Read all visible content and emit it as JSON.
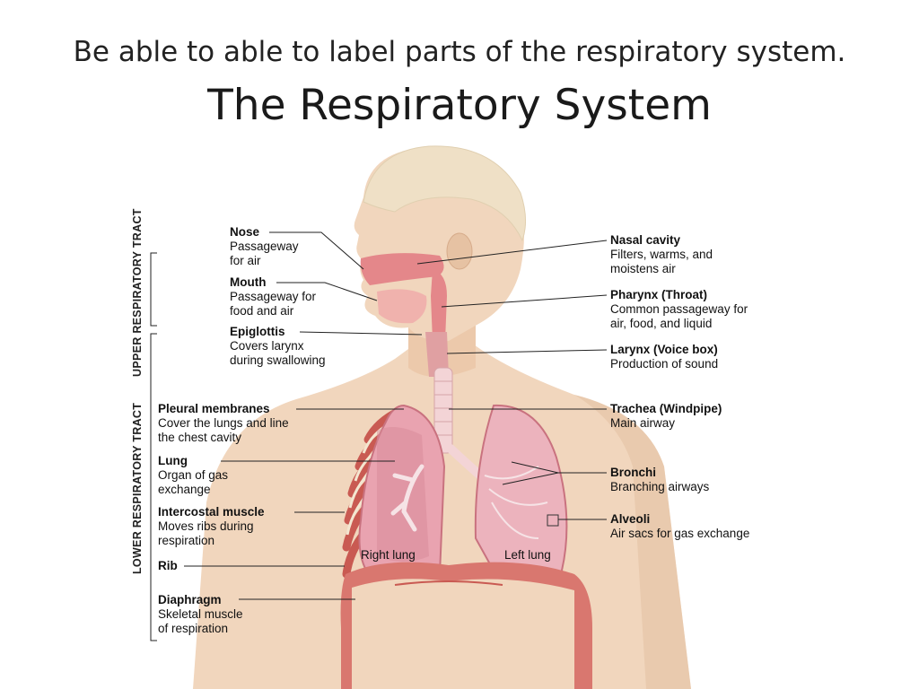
{
  "slide": {
    "subtitle": "Be able to able to label parts of the respiratory system.",
    "title": "The Respiratory System"
  },
  "side_labels": {
    "upper": "UPPER RESPIRATORY TRACT",
    "lower": "LOWER RESPIRATORY TRACT"
  },
  "lung_labels": {
    "right": "Right lung",
    "left": "Left lung"
  },
  "labels_left": [
    {
      "name": "Nose",
      "desc": [
        "Passageway",
        "for air"
      ]
    },
    {
      "name": "Mouth",
      "desc": [
        "Passageway for",
        "food and air"
      ]
    },
    {
      "name": "Epiglottis",
      "desc": [
        "Covers larynx",
        "during swallowing"
      ]
    },
    {
      "name": "Pleural membranes",
      "desc": [
        "Cover the lungs and line",
        "the chest cavity"
      ]
    },
    {
      "name": "Lung",
      "desc": [
        "Organ of gas",
        "exchange"
      ]
    },
    {
      "name": "Intercostal muscle",
      "desc": [
        "Moves ribs during",
        "respiration"
      ]
    },
    {
      "name": "Rib",
      "desc": []
    },
    {
      "name": "Diaphragm",
      "desc": [
        "Skeletal muscle",
        "of respiration"
      ]
    }
  ],
  "labels_right": [
    {
      "name": "Nasal cavity",
      "desc": [
        "Filters, warms, and",
        "moistens air"
      ]
    },
    {
      "name": "Pharynx (Throat)",
      "desc": [
        "Common passageway for",
        "air, food, and liquid"
      ]
    },
    {
      "name": "Larynx (Voice box)",
      "desc": [
        "Production of sound"
      ]
    },
    {
      "name": "Trachea (Windpipe)",
      "desc": [
        "Main airway"
      ]
    },
    {
      "name": "Bronchi",
      "desc": [
        "Branching airways"
      ]
    },
    {
      "name": "Alveoli",
      "desc": [
        "Air sacs for gas exchange"
      ]
    }
  ],
  "colors": {
    "skin": "#f1d6bd",
    "skin_shadow": "#e0b896",
    "hair": "#efe0c6",
    "airway": "#e4878a",
    "lung": "#e9a3b0",
    "lung_dark": "#c9727f",
    "rib": "#c95a52",
    "diaphragm": "#d9776f"
  }
}
